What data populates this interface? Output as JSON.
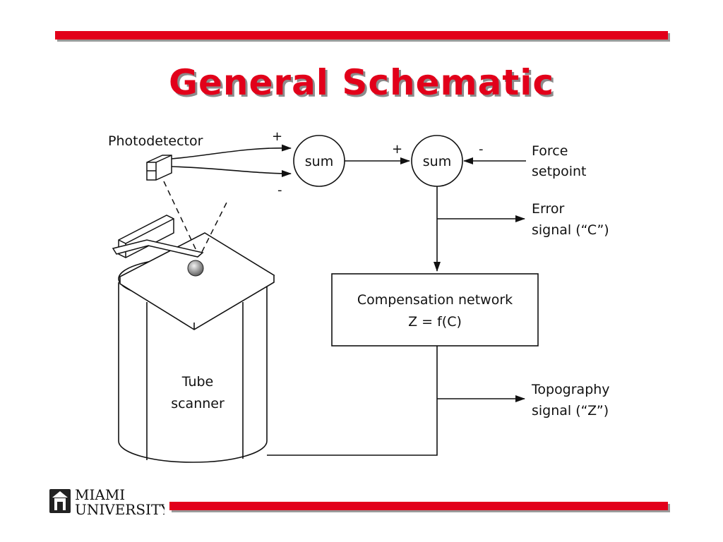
{
  "slide": {
    "title": "General Schematic"
  },
  "diagram": {
    "photodetector": "Photodetector",
    "sum1": "sum",
    "sum2": "sum",
    "sum1_plus": "+",
    "sum1_minus": "-",
    "sum2_plus": "+",
    "sum2_minus": "-",
    "force_setpoint_line1": "Force",
    "force_setpoint_line2": "setpoint",
    "error_signal_line1": "Error",
    "error_signal_line2": "signal (“C”)",
    "compensation_line1": "Compensation network",
    "compensation_line2": "Z = f(C)",
    "tube_line1": "Tube",
    "tube_line2": "scanner",
    "topography_line1": "Topography",
    "topography_line2": "signal (“Z”)"
  },
  "logo": {
    "line1": "MIAMI",
    "line2": "UNIVERSITY"
  },
  "colors": {
    "accent": "#e2001a",
    "shadow": "#8c8c8c"
  }
}
